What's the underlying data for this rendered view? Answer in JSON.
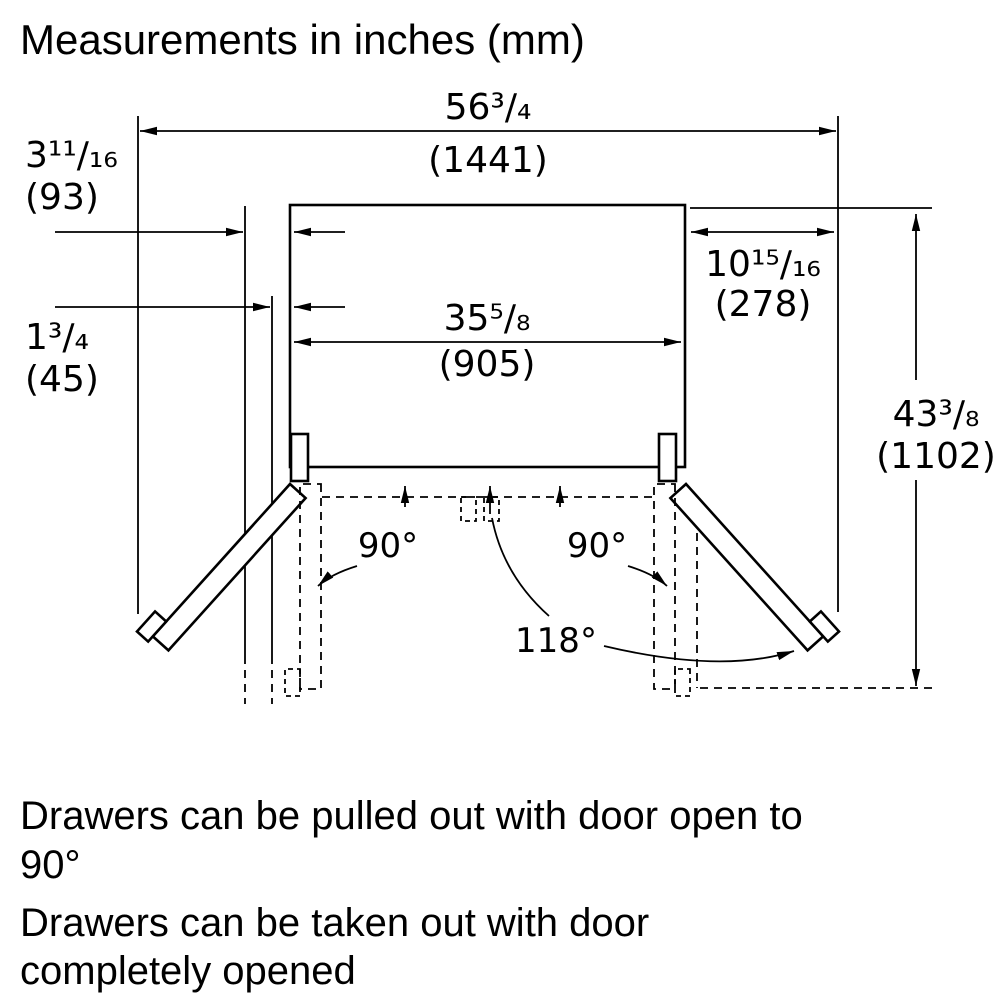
{
  "title": "Measurements in inches (mm)",
  "dimensions": {
    "total_width_doors_open": {
      "inches": "56³/₄",
      "mm": "(1441)"
    },
    "door_side_clearance": {
      "inches": "3¹¹/₁₆",
      "mm": "(93)"
    },
    "min_side_clearance": {
      "inches": "1³/₄",
      "mm": "(45)"
    },
    "cabinet_width": {
      "inches": "35⁵/₈",
      "mm": "(905)"
    },
    "door_depth_open": {
      "inches": "10¹⁵/₁₆",
      "mm": "(278)"
    },
    "total_depth_door_open": {
      "inches": "43³/₈",
      "mm": "(1102)"
    }
  },
  "angles": {
    "left_door": "90°",
    "right_door": "90°",
    "doors_fully_open": "118°"
  },
  "notes": [
    {
      "line1": "Drawers can be pulled out with door open to",
      "line2": "90°"
    },
    {
      "line1": "Drawers can be taken out with door",
      "line2": "completely opened"
    }
  ]
}
